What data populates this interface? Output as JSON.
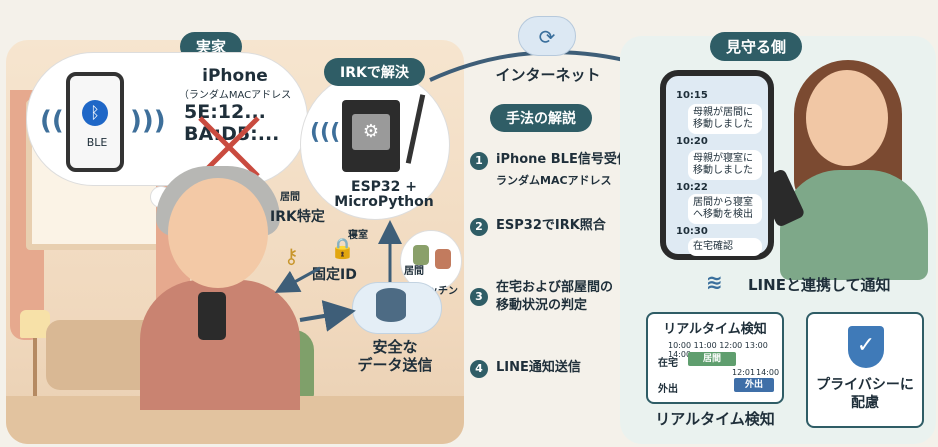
{
  "home": {
    "title": "実家",
    "bubble": {
      "ble_label": "BLE",
      "mac_title": "iPhone",
      "mac_sub": "（ランダムMACアドレス",
      "mac_line1": "5E:12...",
      "mac_line2": "BA:D5:..."
    },
    "irk_pill": "IRKで解決",
    "esp_label_1": "ESP32 +",
    "esp_label_2": "MicroPython",
    "room_living": "居間",
    "room_bedroom": "寝室",
    "room_living_2": "居間",
    "kitchen": "キッチン",
    "irk_specific": "IRK特定",
    "fixed_id": "固定ID",
    "secure_1": "安全な",
    "secure_2": "データ送信"
  },
  "middle": {
    "internet": "インターネット",
    "method_pill": "手法の解説",
    "steps": [
      {
        "num": "1",
        "text": "iPhone BLE信号受信",
        "sub": "ランダムMACアドレス"
      },
      {
        "num": "2",
        "text": "ESP32でIRK照合",
        "sub": ""
      },
      {
        "num": "3",
        "text": "在宅および部屋間の",
        "sub": "移動状況の判定"
      },
      {
        "num": "4",
        "text": "LINE通知送信",
        "sub": ""
      }
    ]
  },
  "watch": {
    "title": "見守る側",
    "chat": [
      {
        "time": "10:15",
        "msg": "母親が居間に移動しました"
      },
      {
        "time": "10:20",
        "msg": "母親が寝室に移動しました"
      },
      {
        "time": "10:22",
        "msg": "居間から寝室へ移動を検出"
      },
      {
        "time": "10:30",
        "msg": "在宅確認"
      }
    ],
    "notify": "LINEと連携して通知",
    "realtime": {
      "title": "リアルタイム検知",
      "hours": "10:00  11:00  12:00  13:00  14:00",
      "row_home": "在宅",
      "row_out": "外出",
      "bar_home": "居間",
      "bar_out": "外出",
      "t1": "12:01",
      "t2": "14:00",
      "caption": "リアルタイム検知"
    },
    "privacy_1": "プライバシーに",
    "privacy_2": "配慮"
  },
  "colors": {
    "accent": "#2f5d66",
    "home_bg": "#f6e5cf",
    "watch_bg": "#eaf2ef",
    "bar_green": "#5f9e6e",
    "bar_blue": "#3f6fa8"
  },
  "icons": [
    "bluetooth-icon",
    "sync-icon",
    "key-icon",
    "lock-icon",
    "database-icon",
    "shield-check-icon"
  ]
}
